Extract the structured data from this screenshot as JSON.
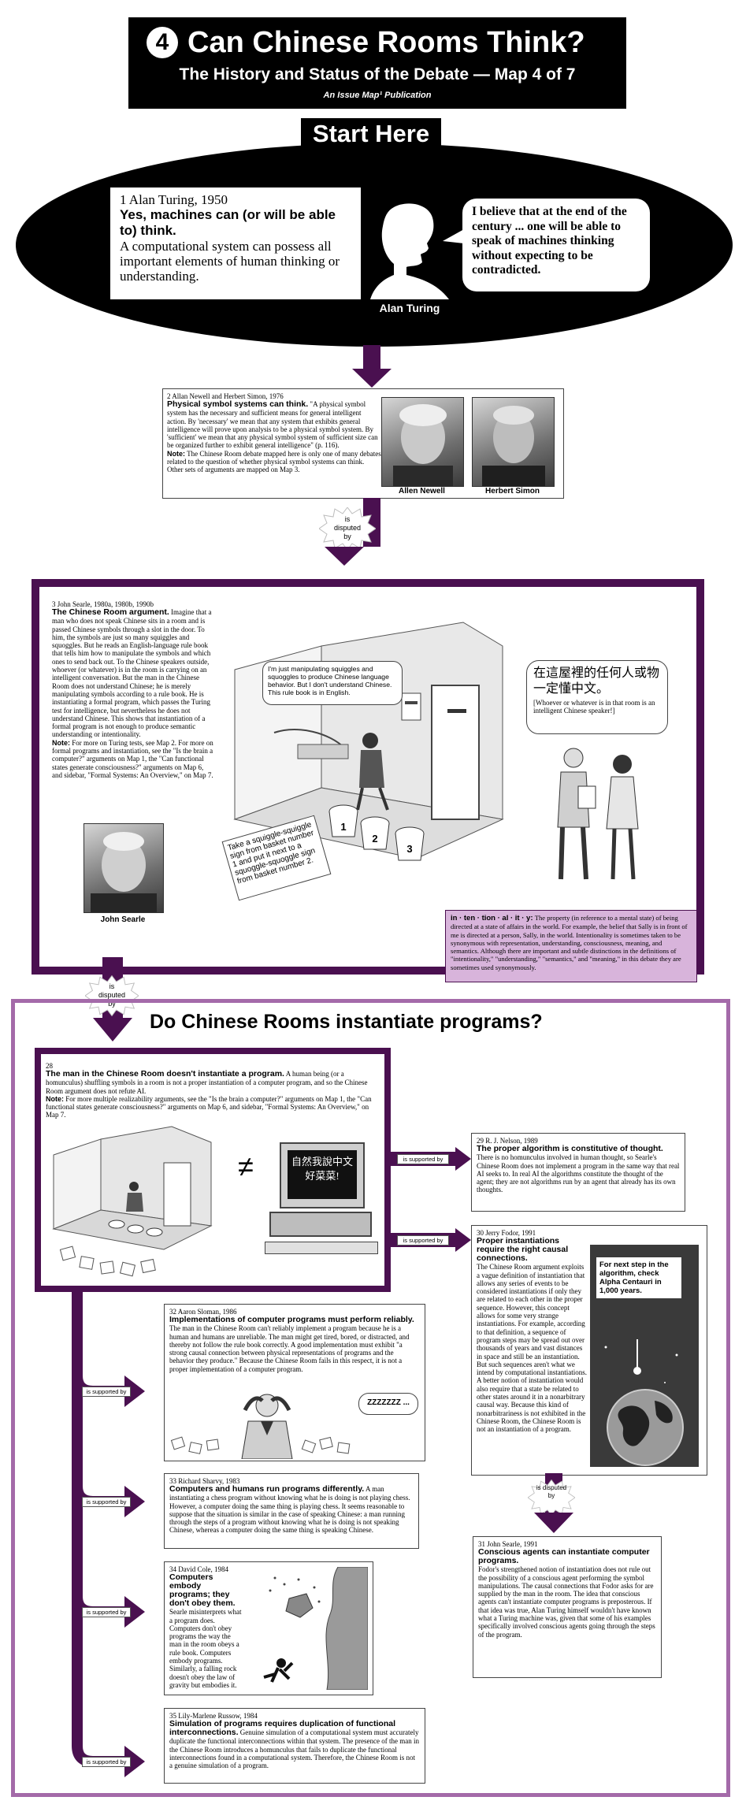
{
  "header": {
    "number": "4",
    "title": "Can Chinese Rooms Think?",
    "subtitle": "The History and Status of the Debate — Map 4 of 7",
    "publication": "An Issue Map¹ Publication"
  },
  "start_label": "Start Here",
  "turing": {
    "citation": "1 Alan Turing, 1950",
    "claim": "Yes, machines can (or will be able to) think.",
    "body": "A computational system can possess all important elements of human thinking or understanding.",
    "quote": "I believe that at the end of the century ... one will be able to speak of machines thinking without expecting to be contradicted.",
    "name": "Alan Turing"
  },
  "newell_simon": {
    "citation": "2 Allan Newell and Herbert Simon, 1976",
    "claim": "Physical symbol systems can think.",
    "body": "\"A physical symbol system has the necessary and sufficient means for general intelligent action. By 'necessary' we mean that any system that exhibits general intelligence will prove upon analysis to be a physical symbol system. By 'sufficient' we mean that any physical symbol system of sufficient size can be organized further to exhibit general intelligence\" (p. 116).",
    "note_label": "Note:",
    "note": "The Chinese Room debate mapped here is only one of many debates related to the question of whether physical symbol systems can think. Other sets of arguments are mapped on Map 3.",
    "photo1": "Allen Newell",
    "photo2": "Herbert Simon"
  },
  "disputed_label": "is disputed by",
  "searle": {
    "citation": "3 John Searle, 1980a, 1980b, 1990b",
    "claim": "The Chinese Room argument.",
    "body": "Imagine that a man who does not speak Chinese sits in a room and is passed Chinese symbols through a slot in the door. To him, the symbols are just so many squiggles and squoggles. But he reads an English-language rule book that tells him how to manipulate the symbols and which ones to send back out. To the Chinese speakers outside, whoever (or whatever) is in the room is carrying on an intelligent conversation. But the man in the Chinese Room does not understand Chinese; he is merely manipulating symbols according to a rule book. He is instantiating a formal program, which passes the Turing test for intelligence, but nevertheless he does not understand Chinese. This shows that instantiation of a formal program is not enough to produce semantic understanding or intentionality.",
    "note_label": "Note:",
    "note": "For more on Turing tests, see Map 2. For more on formal programs and instantiation, see the \"Is the brain a computer?\" arguments on Map 1, the \"Can functional states generate consciousness?\" arguments on Map 6, and sidebar, \"Formal Systems: An Overview,\" on Map 7.",
    "photo": "John Searle",
    "bubble_man": "I'm just manipulating squiggles and squoggles to produce Chinese language behavior. But I don't understand Chinese. This rule book is in English.",
    "bubble_chinese": "在這屋裡的任何人或物一定懂中文。",
    "bubble_translation": "[Whoever or whatever is in that room is an intelligent Chinese speaker!]",
    "rule_card": "Take a squiggle-squiggle sign from basket number 1 and put it next to a squoggle-squoggle sign from basket number 2.",
    "basket_labels": [
      "1",
      "2",
      "3"
    ]
  },
  "intentionality": {
    "term": "in · ten · tion · al · it · y:",
    "definition": "The property (in reference to a mental state) of being directed at a state of affairs in the world. For example, the belief that Sally is in front of me is directed at a person, Sally, in the world. Intentionality is sometimes taken to be synonymous with representation, understanding, consciousness, meaning, and semantics. Although there are important and subtle distinctions in the definitions of \"intentionality,\" \"understanding,\" \"semantics,\" and \"meaning,\" in this debate they are sometimes used synonymously."
  },
  "section_title": "Do Chinese Rooms instantiate programs?",
  "claim28": {
    "number": "28",
    "claim": "The man in the Chinese Room doesn't instantiate a program.",
    "body": "A human being (or a homunculus) shuffling symbols in a room is not a proper instantiation of a computer program, and so the Chinese Room argument does not refute AI.",
    "note_label": "Note:",
    "note": "For more multiple realizability arguments, see the \"Is the brain a computer?\" arguments on Map 1, the \"Can functional states generate consciousness?\" arguments on Map 6, and sidebar, \"Formal Systems: An Overview,\" on Map 7.",
    "screen_text": "自然我說中文好菜菜!",
    "not_equal": "≠"
  },
  "supported_label": "is supported by",
  "claim29": {
    "citation": "29 R. J. Nelson, 1989",
    "claim": "The proper algorithm is constitutive of thought.",
    "body": "There is no homunculus involved in human thought, so Searle's Chinese Room does not implement a program in the same way that real AI seeks to. In real AI the algorithms constitute the thought of the agent; they are not algorithms run by an agent that already has its own thoughts."
  },
  "claim30": {
    "citation": "30 Jerry Fodor, 1991",
    "claim": "Proper instantiations require the right causal connections.",
    "body": "The Chinese Room argument exploits a vague definition of instantiation that allows any series of events to be considered instantiations if only they are related to each other in the proper sequence. However, this concept allows for some very strange instantiations. For example, according to that definition, a sequence of program steps may be spread out over thousands of years and vast distances in space and still be an instantiation. But such sequences aren't what we intend by computational instantiations. A better notion of instantiation would also require that a state be related to other states around it in a nonarbitrary causal way. Because this kind of nonarbitrariness is not exhibited in the Chinese Room, the Chinese Room is not an instantiation of a program.",
    "panel_note": "For next step in the algorithm, check Alpha Centauri in 1,000 years."
  },
  "claim31": {
    "citation": "31 John Searle, 1991",
    "claim": "Conscious agents can instantiate computer programs.",
    "body": "Fodor's strengthened notion of instantiation does not rule out the possibility of a conscious agent performing the symbol manipulations. The causal connections that Fodor asks for are supplied by the man in the room. The idea that conscious agents can't instantiate computer programs is preposterous. If that idea was true, Alan Turing himself wouldn't have known what a Turing machine was, given that some of his examples specifically involved conscious agents going through the steps of the program."
  },
  "claim32": {
    "citation": "32 Aaron Sloman, 1986",
    "claim": "Implementations of computer programs must perform reliably.",
    "body": "The man in the Chinese Room can't reliably implement a program because he is a human and humans are unreliable. The man might get tired, bored, or distracted, and thereby not follow the rule book correctly. A good implementation must exhibit \"a strong causal connection between physical representations of programs and the behavior they produce.\" Because the Chinese Room fails in this respect, it is not a proper implementation of a computer program.",
    "snore": "ZZZZZZZ ..."
  },
  "claim33": {
    "citation": "33 Richard Sharvy, 1983",
    "claim": "Computers and humans run programs differently.",
    "body": "A man instantiating a chess program without knowing what he is doing is not playing chess. However, a computer doing the same thing is playing chess. It seems reasonable to suppose that the situation is similar in the case of speaking Chinese: a man running through the steps of a program without knowing what he is doing is not speaking Chinese, whereas a computer doing the same thing is speaking Chinese."
  },
  "claim34": {
    "citation": "34 David Cole, 1984",
    "claim": "Computers embody programs; they don't obey them.",
    "body": "Searle misinterprets what a program does. Computers don't obey programs the way the man in the room obeys a rule book. Computers embody programs. Similarly, a falling rock doesn't obey the law of gravity but embodies it."
  },
  "claim35": {
    "citation": "35 Lily-Marlene Russow, 1984",
    "claim": "Simulation of programs requires duplication of functional interconnections.",
    "body": "Genuine simulation of a computational system must accurately duplicate the functional interconnections within that system. The presence of the man in the Chinese Room introduces a homunculus that fails to duplicate the functional interconnections found in a computational system. Therefore, the Chinese Room is not a genuine simulation of a program."
  },
  "colors": {
    "purple_dark": "#4a1050",
    "purple_light": "#a46aa9",
    "lavender": "#d8b4db",
    "black": "#000000"
  }
}
